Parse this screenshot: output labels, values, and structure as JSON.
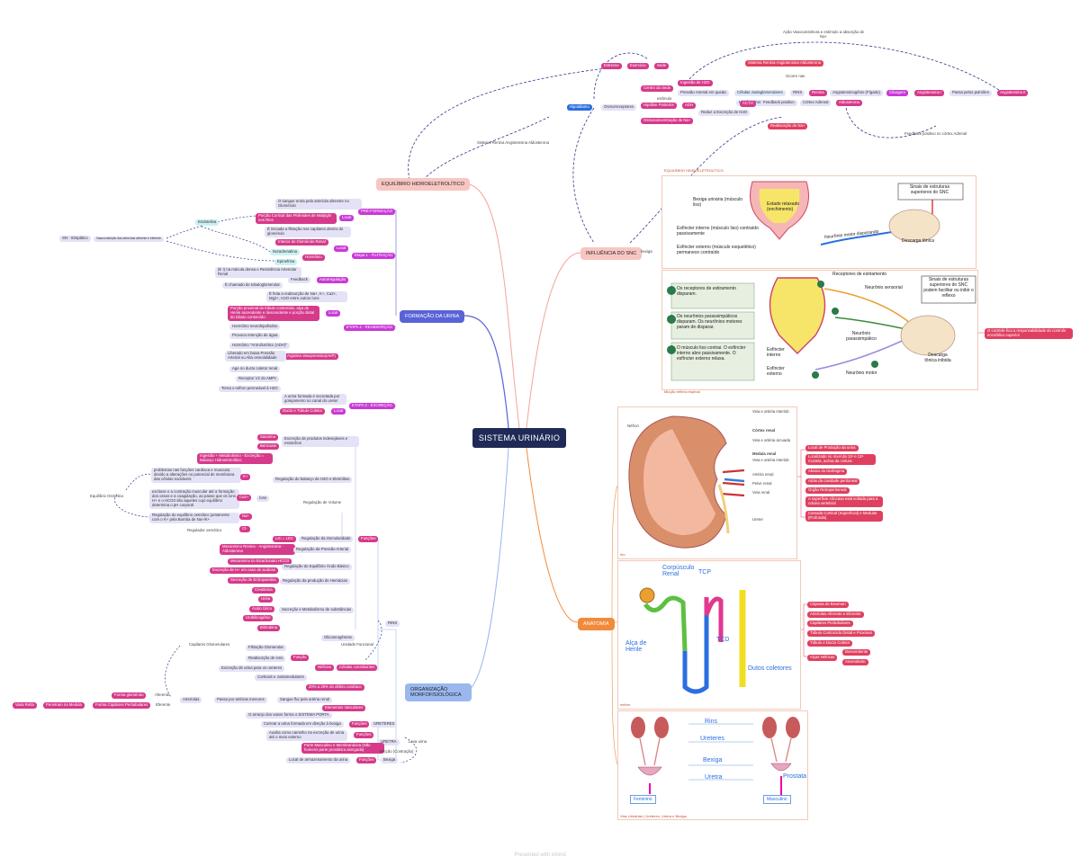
{
  "central": "SISTEMA URINÁRIO",
  "branches": {
    "equilibrio": "EQUILÍBRIO HIDROELETROLÍTICO",
    "formacao": "FORMAÇÃO DA URINA",
    "organizacao": "ORGANIZAÇÃO MORFOFISIOLÓGICA",
    "influencia": "INFLUÊNCIA DO SNC",
    "anatomia": "ANATOMIA"
  },
  "equilibrio": {
    "sistema_label": "Sistema Renina Angiotensina Aldosterona",
    "acao_vaso": "Ação Vasoconstritora e estímulo a absorção de Na+",
    "srraa": "Sistema Renina-Angiotensina-Aldosterona",
    "ocorre": "Ocorre nas",
    "hipotalamo": "Hipotálamo",
    "osmorreceptores": "Osmorreceptores",
    "centro_sede": "Centro da Sede",
    "estresse": "Estresse",
    "exercicio": "Exercício",
    "sede": "Sede",
    "ingestao": "Ingestão de H2O",
    "pressao_queda": "Pressão Arterial em queda",
    "celulas_jg": "Células Justaglomerulares",
    "aumento": "estímulo",
    "hipofise": "Hipófise Posterior",
    "adh": "ADH",
    "acth": "ACTH",
    "reduz": "Reduz a Excreção de H2O",
    "feedback_pos": "Feedback positivo",
    "cortex_adrenal": "Córtex Adrenal",
    "aldosterona": "Aldosterona",
    "osmoconc": "Osmoconcentração de Na+",
    "rins_x": "RINS",
    "renina": "Renina",
    "angiotensinogenio": "Angiotensinogênio (Fígado)",
    "clivagem": "Clivagem",
    "angiotensina1": "Angiotensina I",
    "passa": "Passa pelos pulmões",
    "angiotensina2": "Angiotensina II",
    "reabsorcao_na": "Reabsorção de Na+",
    "feedback_cortex": "Feedback positivo no córtex Adrenal"
  },
  "formacao": {
    "pre": "PRÉ-FORMAÇÃO",
    "local": "Local",
    "sangue": "O sangue entra pela arteríola aferente no Glomérulo",
    "porcao": "Porção Cortical das Pirâmides de Malpighi nos Rins",
    "etapa1": "Etapa 1 - FILTRAÇÃO",
    "iniciada": "É iniciada a filtração nos capilares dentro do glomérulo",
    "interior": "Interior do Glomérulo Renal",
    "hormonio": "Hormônio",
    "noradrenalina": "Noradrenalina",
    "epinefrina": "Epinefrina",
    "endotelina": "Endotelina",
    "sn_simpatico": "SN - Simpático",
    "vaso": "Vasoconstrição das arteríolas aferente e eferente",
    "autorregulacao": "Autorregulação",
    "feedback": "Feedback",
    "mecanismo": "(E I) na mácula densa e Resistência Arteriolar Renal",
    "tubulo": "É chamado de tubuloglomerular",
    "etapa2": "ETAPA 2 - REABSORÇÃO",
    "feita": "É feita a reabsorção de Na+, K+, Ca2+, Mg2+, H2O entre outros íons",
    "local2": "Local",
    "porcao2": "Porção proximal do túbulo contorcido, alça de Henle ascendente e descendente e porção distal do túbulo contorcido.",
    "hormonio_n": "Hormônio neurohipofisário",
    "provoca": "Provoca retenção de água",
    "hormonio_ad": "Hormônio \"Anti-diurético (ADH)\"",
    "vasopressina": "Arginina Vasopressina(AVP)",
    "liberado": "Liberado em baixa Pressão Arterial ou Alta osmolalidade",
    "age": "Age no ducto coletor renal",
    "receptor": "Receptor V2 do AMPc",
    "torna": "Torna o néfron permeável à H2O",
    "etapa3": "ETAPA 3 - EXCREÇÃO",
    "urina": "A urina formada é secretada por gotejamento no canal do ureter",
    "ducto": "Ducto e Túbulo Coletor",
    "local3": "Local"
  },
  "organizacao": {
    "funcoes": "Funções",
    "excrecao": "Excreção de produtos indesejáveis e estranhos",
    "sacarina": "Sacarina",
    "benzoato": "Benzoato",
    "ingestao": "Ingestão + Metabolismo - Excreção = Balanço Hidroeletrolítico",
    "balanco": "Regulação do balanço de H2O e Eletrólitos",
    "problemas": "problemas nas funções cardíaca e muscular, devido a alterações no potencial de membrana das células excitáveis",
    "k": "K+",
    "ions": "Íons",
    "excitacao": "excitose e a contração muscular até a formação dos ossos e a coagulação, ao passo que os íons H+ e o HCO3 são aqueles cujo equilíbrio determina o pH corporal",
    "ca": "Ca2+",
    "equilibrio_osm": "Equilíbrio Osmótico",
    "regulacao_eq": "Regulação do equilíbrio osmótico juntamente com o K+ pela Bomba de Na+/K+",
    "na": "Na+",
    "cl": "Cl-",
    "regulador": "Regulador osmótico",
    "regulacao_volume": "Regulação de Volume",
    "lic_lec": "LIC = LEC",
    "osmolaridade": "Regulação da Osmolaridade",
    "mecanismo_raa": "Mecanismo Renina - Angiotensina - Aldosterona",
    "pressao": "Regulação da Pressão Arterial",
    "bicarbonato": "Mecanismo tio Bicarbonato HCO3",
    "excrecao_h": "Excreção de H+ em caso de acidose",
    "acido_base": "Regulação do Equilíbrio Ácido Básico",
    "eritropoietina": "Secreção de Eritropoietina",
    "hemacias": "Regulação da produção de Hemácias",
    "creatinina": "Creatinina",
    "ureia": "Uréia",
    "acido_urico": "Ácido Úrico",
    "urobilinogenio": "Urobilinogênio",
    "bilirrubina": "Bilirrubina",
    "secrecao": "Secreção e Metabolismo de substâncias",
    "gliconeogenese": "Gliconeogênese",
    "rins": "RINS",
    "unidade": "Unidade Funcional",
    "nefrons": "Néfrons",
    "funcao": "Função",
    "celulas": "Células constituintes",
    "filtracao": "Filtração Glomerular",
    "reabsorcao": "Reabsorção de íons",
    "excrecao_urina": "Excreção de urina para os ureteres",
    "corticais": "Corticais e Justamedulares",
    "capilares": "Capilares Glomerulares",
    "perc": "20% a 25% do débito cardíaco",
    "arteriolas": "Arteríolas",
    "aferente": "Aferente",
    "eferente": "Eferente",
    "forma_glomerulo": "Forma glomérulo",
    "forma_capilares": "Forma Capilares Peritubulares",
    "penetram": "Penetram na Medula",
    "vasa_reta": "Vasa Retta",
    "passa_menores": "Passa por artérias menores",
    "sangue_arterial": "Sangue flui pela artéria renal",
    "elementos": "Elementos Vasculares",
    "arranjo": "O arranjo dos vasos forma o SISTEMA PORTA",
    "ureteres": "URETERES",
    "carrear": "Carrear a urina formada em direção à bexiga",
    "funcoes2": "Funções",
    "auxilia": "Auxilia como caminho na excreção de urina até o meio externo",
    "funcoes3": "Funções",
    "uretra": "URETRA",
    "leva": "Leva urina",
    "parte": "Parte Masculino e Membranácea (Não homens parte prostática alongada)",
    "miccao": "Micção (Contração)",
    "local": "Local de armazenamento da urina",
    "funcoes4": "Funções",
    "bexiga": "Bexiga"
  },
  "snc": {
    "bexiga_lbl": "bexiga",
    "panel1_title": "EQUILÍBRIO HIDROELETROLÍTICO",
    "bexiga_urinaria": "Bexiga urinária (músculo liso)",
    "estado": "Estado relaxado (enchimento)",
    "esf_int": "Esfíncter interno (músculo liso) contraído passivamente",
    "esf_ext": "Esfíncter externo (músculo esquelético) permanece contraído",
    "sinais": "Sinais de estruturas superiores do SNC",
    "neuronio_motor": "Neurônio motor disparando",
    "descarga": "Descarga tônica",
    "receptores": "Receptores de estiramento",
    "neuronio_sens": "Neurônio sensorial",
    "sinais2": "Sinais de estruturas superiores do SNC podem facilitar ou inibir o reflexo",
    "step1": "Os receptores de estiramento disparam.",
    "step2": "Os neurônios parassimpáticos disparam. Os neurônios motores param de disparar.",
    "step3": "O músculo liso contrai. O esfíncter interno abre passivamente. O esfíncter externo relaxa.",
    "neuronio_para": "Neurônio parassimpático",
    "esf_int2": "Esfíncter interno",
    "esf_ext2": "Esfíncter externo",
    "neuronio_motor2": "Neurônio motor",
    "descarga2": "Descarga tônica inibida",
    "panel2_title": "Micção reflexo espinal",
    "controle": "O controle fica a responsabilidade do controle encefálico superior",
    "n1": "1",
    "n2": "2",
    "n3": "3"
  },
  "anatomia": {
    "rim_title": "rim",
    "nefron_lbl": "Néfron",
    "veia_interlob": "Veia e artéria interlob",
    "cortex": "Córtex renal",
    "veia_arcuada": "Veia e artéria arcuada",
    "medula": "Medula renal",
    "veia_interlob2": "Veia e artéria interlob",
    "arteria": "Artéria renal",
    "pelve": "Pelve renal",
    "veia": "Veia renal",
    "ureter": "Ureter",
    "rim_notes": [
      "Local de Produção da urina",
      "Localizado no nível da 11ª e 12ª Costela, acima da cintura",
      "Abaixo do Diafragma",
      "Atrás da cavidade peritoneal",
      "Órgão Retroperitoneal",
      "A superfície côncava está voltada para a coluna vertebral",
      "Camada Cortical (Superficial) e Medular (Profunda)"
    ],
    "nefron_title": "néfron",
    "corpusculo": "Corpúsculo Renal",
    "tcp": "TCP",
    "tcd": "TCD",
    "alca": "Alça de Henle",
    "ductos": "Dutos coletores",
    "nefron_notes": [
      "Cápsula de Bowman",
      "Arteríolas Aferente e Eferente",
      "Capilares Peritubulares",
      "Túbulo Contorcido Distal e Proximal",
      "Túbulo e Ducto Coletor"
    ],
    "alcas": "Alças Néfricas",
    "descendente": "Descendente",
    "ascendente": "Ascendente",
    "vias_title": "Vias Urinárias ( Ureteres, Uretra e Bexiga",
    "rins": "Rins",
    "ureteres": "Ureteres",
    "bexiga": "Bexiga",
    "uretra": "Uretra",
    "prostata": "Prostata",
    "feminino": "Feminino",
    "masculino": "Masculino"
  },
  "footer": "Presented with xmind",
  "colors": {
    "central": "#202a57",
    "pink": "#d63a8a",
    "red": "#e04060",
    "purple": "#c93ad6",
    "blue": "#2b6fe0",
    "salmon": "#f8b7b0",
    "orange": "#f28a3c",
    "lavender": "#5a63d6"
  }
}
